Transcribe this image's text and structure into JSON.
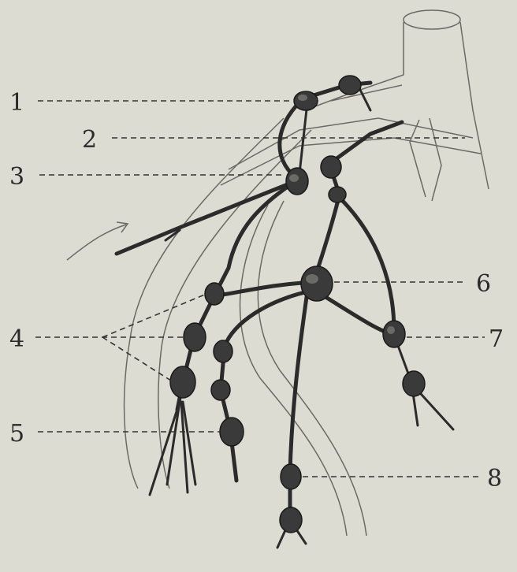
{
  "labels": {
    "l1": "1",
    "l2": "2",
    "l3": "3",
    "l4": "4",
    "l5": "5",
    "l6": "6",
    "l7": "7",
    "l8": "8"
  },
  "colors": {
    "background": "#dcdcd2",
    "ink": "#2b2b2b",
    "vein": "#6a6a66"
  }
}
